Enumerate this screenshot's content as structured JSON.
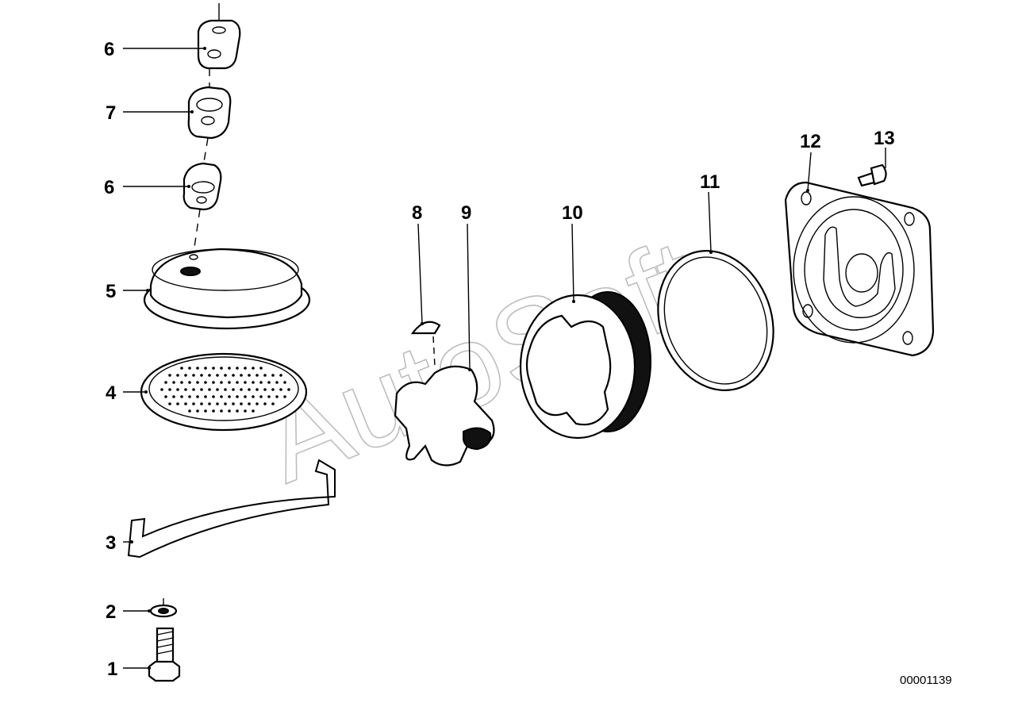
{
  "callouts": [
    {
      "label": "6",
      "part": "spacer-upper"
    },
    {
      "label": "7",
      "part": "bracket"
    },
    {
      "label": "6",
      "part": "spacer-lower"
    },
    {
      "label": "5",
      "part": "strainer-cover"
    },
    {
      "label": "4",
      "part": "strainer-screen"
    },
    {
      "label": "3",
      "part": "retaining-clip"
    },
    {
      "label": "2",
      "part": "washer"
    },
    {
      "label": "1",
      "part": "bolt"
    },
    {
      "label": "8",
      "part": "woodruff-key"
    },
    {
      "label": "9",
      "part": "inner-rotor"
    },
    {
      "label": "10",
      "part": "outer-rotor"
    },
    {
      "label": "11",
      "part": "o-ring"
    },
    {
      "label": "12",
      "part": "pump-cover"
    },
    {
      "label": "13",
      "part": "screw"
    }
  ],
  "watermark": "AutoSoft",
  "drawing_number": "00001139"
}
